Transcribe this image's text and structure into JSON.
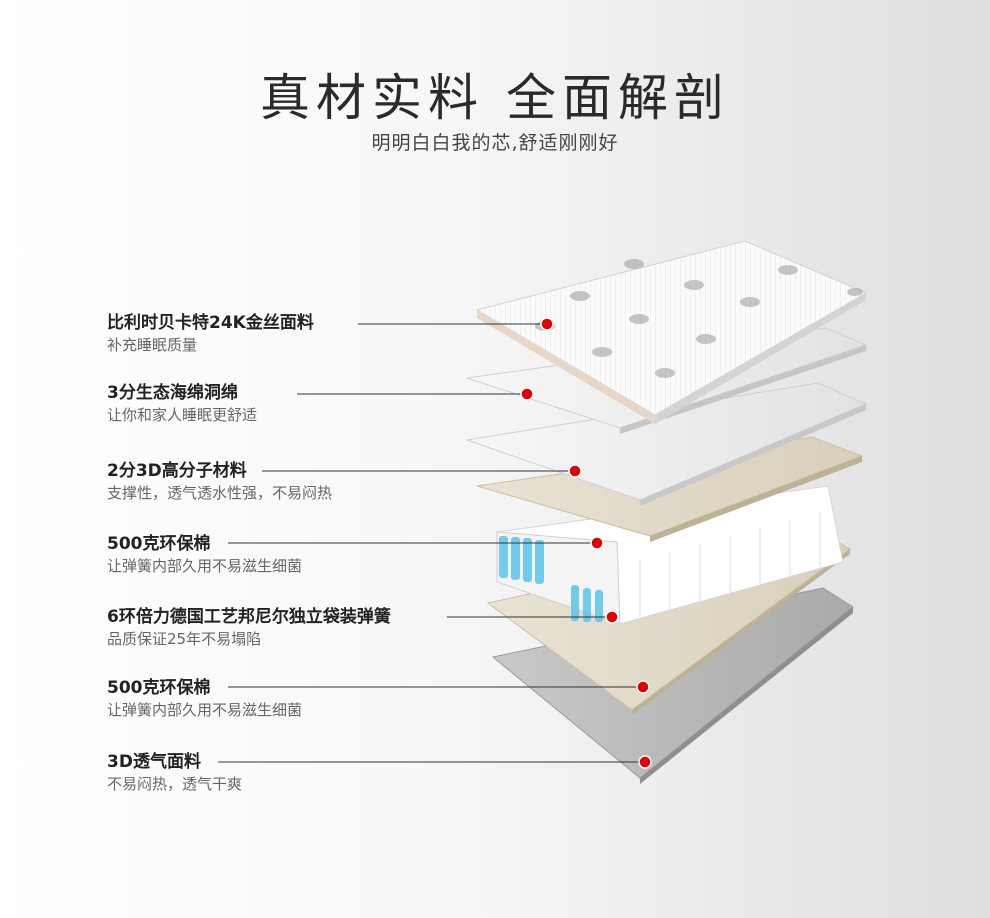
{
  "header": {
    "title": "真材实料 全面解剖",
    "subtitle": "明明白白我的芯,舒适刚刚好"
  },
  "layers": [
    {
      "name": "比利时贝卡特24K金丝面料",
      "desc": "补充睡眠质量"
    },
    {
      "name": "3分生态海绵洞绵",
      "desc": "让你和家人睡眠更舒适"
    },
    {
      "name": "2分3D高分子材料",
      "desc": "支撑性，透气透水性强，不易闷热"
    },
    {
      "name": "500克环保棉",
      "desc": "让弹簧内部久用不易滋生细菌"
    },
    {
      "name": "6环倍力德国工艺邦尼尔独立袋装弹簧",
      "desc": "品质保证25年不易塌陷"
    },
    {
      "name": "500克环保棉",
      "desc": "让弹簧内部久用不易滋生细菌"
    },
    {
      "name": "3D透气面料",
      "desc": "不易闷热，透气干爽"
    }
  ],
  "colors": {
    "marker": "#e00000",
    "line": "#333333",
    "white_layer": "#eeeeee",
    "cotton_layer": "#e3dccb",
    "bottom_layer": "#bdbdbd",
    "spring_blue": "#5bc4ec"
  }
}
